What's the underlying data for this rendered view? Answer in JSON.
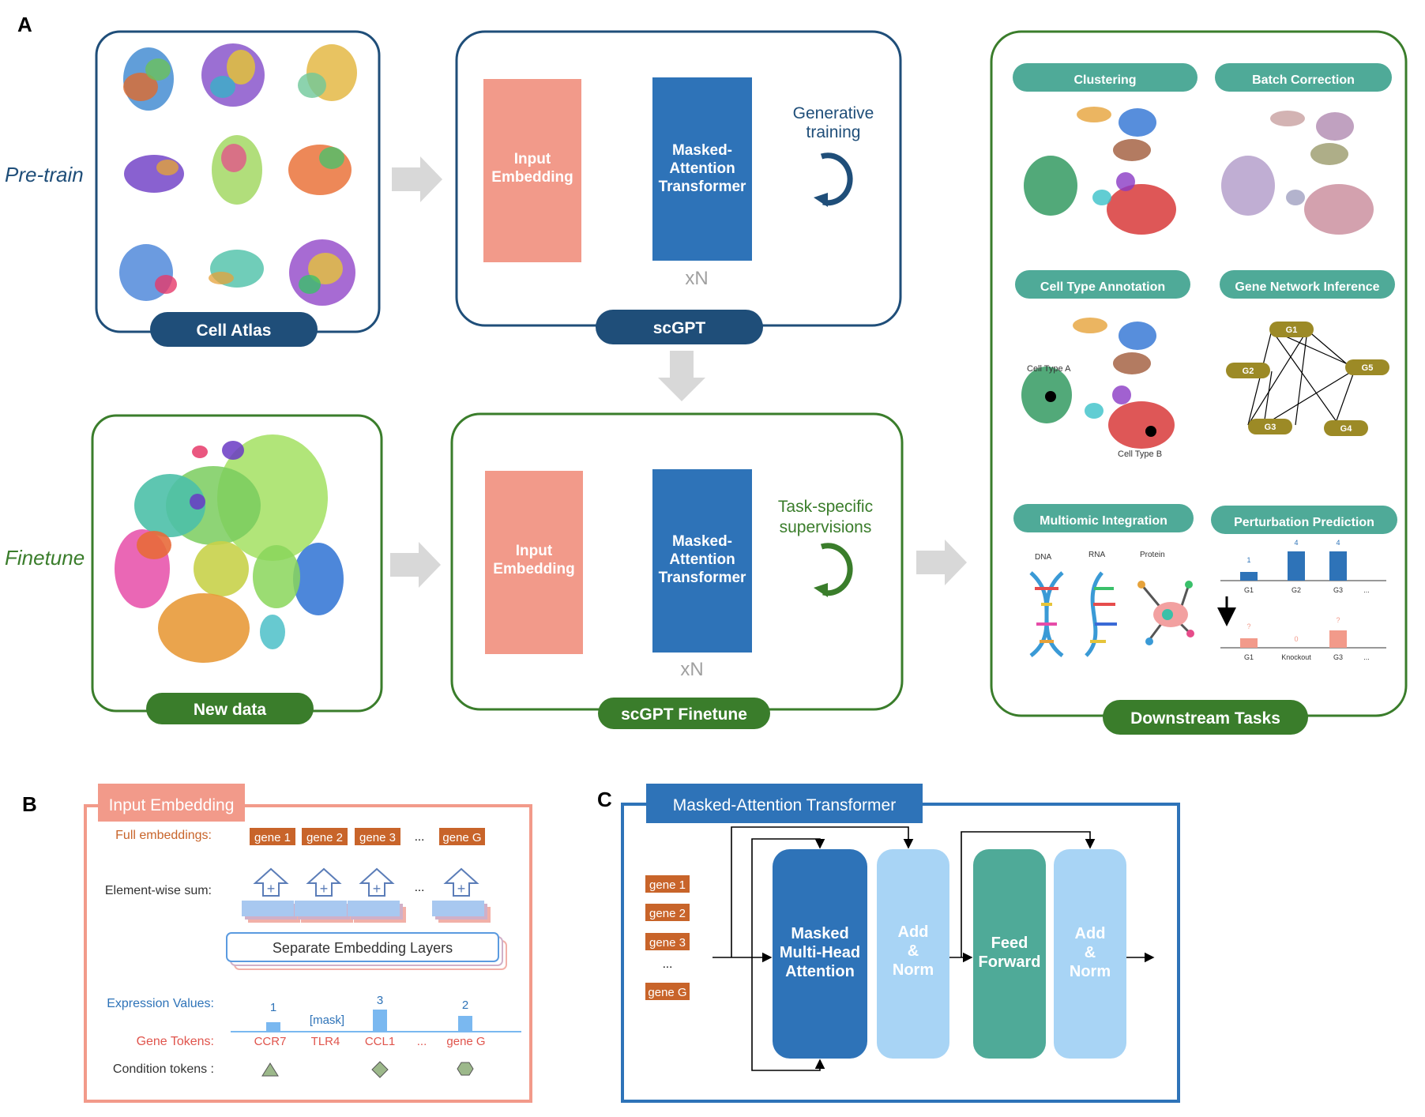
{
  "panel_letters": {
    "a": "A",
    "b": "B",
    "c": "C"
  },
  "colors": {
    "navy": "#1F4E79",
    "green": "#3A7D2B",
    "teal": "#4FAA98",
    "salmon": "#F29A8A",
    "blue": "#2E73B8",
    "light_blue": "#A8D4F5",
    "orange_tag": "#C8642A",
    "olive": "#9C8A26",
    "arrow_gray": "#D8D8D8"
  },
  "panel_a": {
    "pretrain_label": "Pre-train",
    "finetune_label": "Finetune",
    "cell_atlas_label": "Cell Atlas",
    "new_data_label": "New data",
    "scgpt_label": "scGPT",
    "scgpt_finetune_label": "scGPT Finetune",
    "input_embedding_label": "Input Embedding",
    "transformer_label": "Masked-Attention Transformer",
    "repeat_label": "xN",
    "generative_training": [
      "Generative",
      "training"
    ],
    "task_specific": [
      "Task-specific",
      "supervisions"
    ],
    "downstream_label": "Downstream Tasks",
    "tasks": [
      "Clustering",
      "Batch Correction",
      "Cell Type Annotation",
      "Gene Network Inference",
      "Multiomic Integration",
      "Perturbation Prediction"
    ],
    "annotation": {
      "cell_type_a": "Cell Type A",
      "cell_type_b": "Cell Type B"
    },
    "gene_network_nodes": [
      "G1",
      "G2",
      "G5",
      "G3",
      "G4"
    ],
    "multiomic_labels": [
      "DNA",
      "RNA",
      "Protein"
    ],
    "perturbation": {
      "top_values": [
        "1",
        "4",
        "4"
      ],
      "top_labels": [
        "G1",
        "G2",
        "G3",
        "..."
      ],
      "bottom_values": [
        "?",
        "0",
        "?"
      ],
      "bottom_labels": [
        "G1",
        "Knockout",
        "G3",
        "..."
      ]
    }
  },
  "panel_b": {
    "title": "Input Embedding",
    "full_embeddings_label": "Full embeddings:",
    "gene_tags": [
      "gene 1",
      "gene 2",
      "gene 3",
      "gene G"
    ],
    "ellipsis": "...",
    "elementwise_label": "Element-wise sum:",
    "separate_layers": "Separate Embedding Layers",
    "expression_label": "Expression Values:",
    "expression_values": [
      "1",
      "[mask]",
      "3",
      "2"
    ],
    "gene_tokens_label": "Gene Tokens:",
    "gene_tokens": [
      "CCR7",
      "TLR4",
      "CCL1",
      "gene G"
    ],
    "condition_label": "Condition tokens :"
  },
  "panel_c": {
    "title": "Masked-Attention Transformer",
    "gene_tags": [
      "gene 1",
      "gene 2",
      "gene 3",
      "...",
      "gene G"
    ],
    "blocks": [
      "Masked Multi-Head Attention",
      "Add & Norm",
      "Feed Forward",
      "Add & Norm"
    ]
  }
}
